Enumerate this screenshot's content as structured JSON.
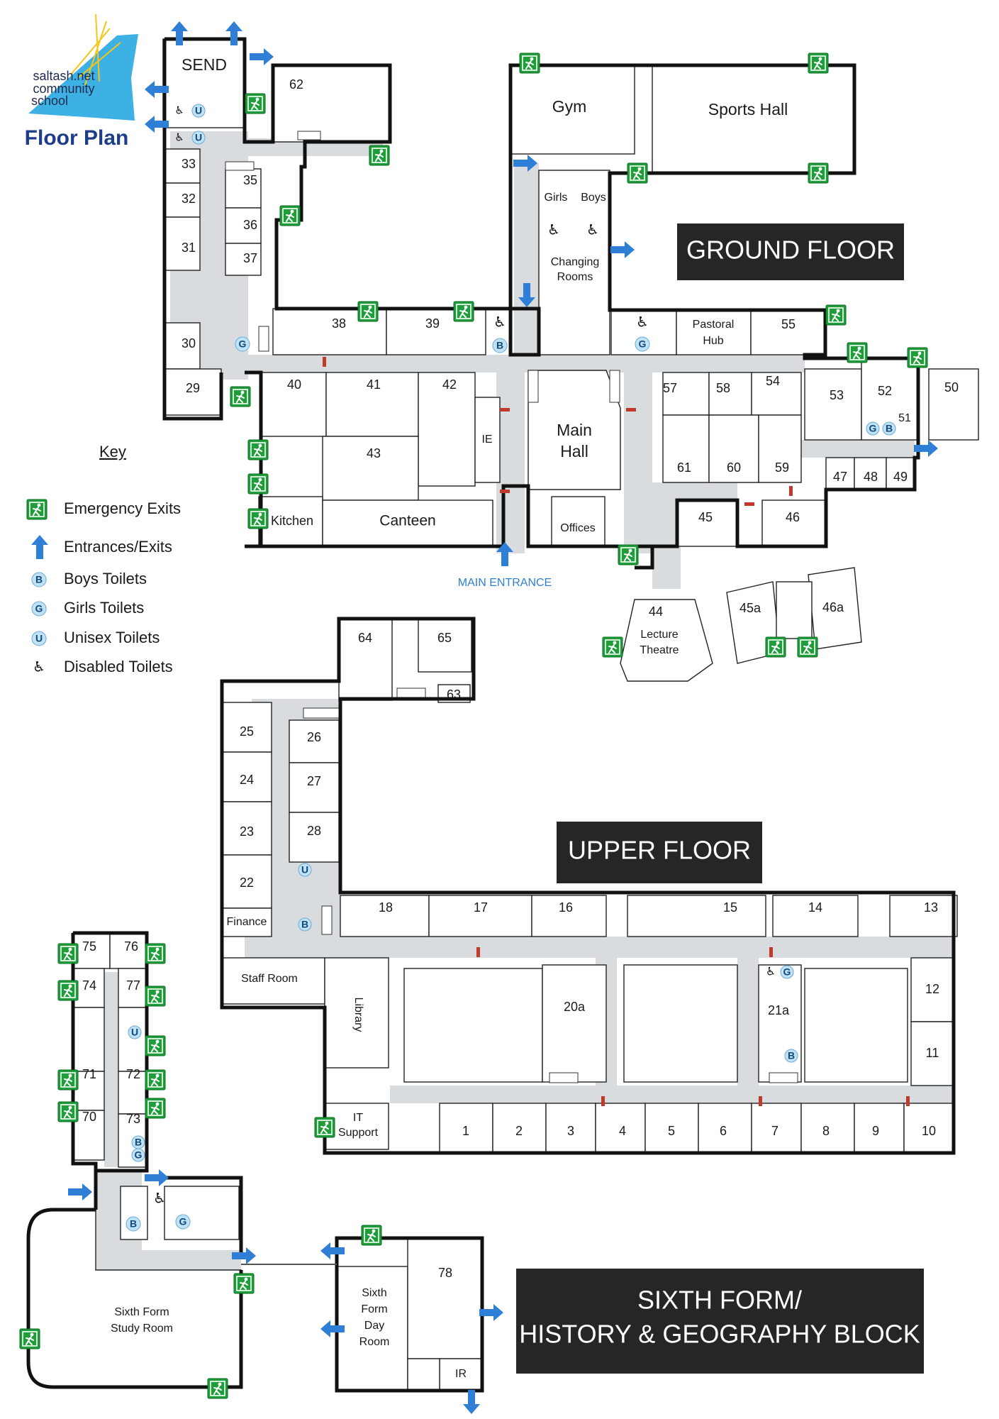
{
  "logo": {
    "line1": "saltash.net",
    "line2": "community",
    "line3": "school"
  },
  "title": "Floor Plan",
  "banners": {
    "ground": "GROUND FLOOR",
    "upper": "UPPER FLOOR",
    "sixth_line1": "SIXTH FORM/",
    "sixth_line2": "HISTORY & GEOGRAPHY BLOCK"
  },
  "main_entrance": "MAIN ENTRANCE",
  "key": {
    "heading": "Key",
    "items": [
      {
        "symbol": "emergency-exit",
        "label": "Emergency Exits"
      },
      {
        "symbol": "arrow",
        "label": "Entrances/Exits"
      },
      {
        "symbol": "B",
        "label": "Boys Toilets"
      },
      {
        "symbol": "G",
        "label": "Girls Toilets"
      },
      {
        "symbol": "U",
        "label": "Unisex Toilets"
      },
      {
        "symbol": "disabled",
        "label": "Disabled Toilets"
      }
    ]
  },
  "ground_rooms": {
    "send": "SEND",
    "r62": "62",
    "r33": "33",
    "r32": "32",
    "r31": "31",
    "r30": "30",
    "r29": "29",
    "r35": "35",
    "r36": "36",
    "r37": "37",
    "r38": "38",
    "r39": "39",
    "gym": "Gym",
    "sports_hall": "Sports Hall",
    "girls": "Girls",
    "boys": "Boys",
    "changing1": "Changing",
    "changing2": "Rooms",
    "pastoral1": "Pastoral",
    "pastoral2": "Hub",
    "r55": "55",
    "r40": "40",
    "r41": "41",
    "r42": "42",
    "r43": "43",
    "ie": "IE",
    "main_hall1": "Main",
    "main_hall2": "Hall",
    "r57": "57",
    "r58": "58",
    "r54": "54",
    "r53": "53",
    "r52": "52",
    "r51": "51",
    "r50": "50",
    "r61": "61",
    "r60": "60",
    "r59": "59",
    "r47": "47",
    "r48": "48",
    "r49": "49",
    "kitchen": "Kitchen",
    "canteen": "Canteen",
    "offices": "Offices",
    "r45": "45",
    "r46": "46",
    "r44": "44",
    "lecture1": "Lecture",
    "lecture2": "Theatre",
    "r45a": "45a",
    "r46a": "46a"
  },
  "upper_rooms": {
    "r64": "64",
    "r65": "65",
    "r63": "63",
    "r25": "25",
    "r24": "24",
    "r23": "23",
    "r22": "22",
    "r26": "26",
    "r27": "27",
    "r28": "28",
    "finance": "Finance",
    "staff_room": "Staff Room",
    "library": "Library",
    "it1": "IT",
    "it2": "Support",
    "r18": "18",
    "r17": "17",
    "r16": "16",
    "r15": "15",
    "r14": "14",
    "r13": "13",
    "r20a": "20a",
    "r21a": "21a",
    "r12": "12",
    "r11": "11",
    "r1": "1",
    "r2": "2",
    "r3": "3",
    "r4": "4",
    "r5": "5",
    "r6": "6",
    "r7": "7",
    "r8": "8",
    "r9": "9",
    "r10": "10"
  },
  "sixth_rooms": {
    "r75": "75",
    "r76": "76",
    "r74": "74",
    "r77": "77",
    "r71": "71",
    "r72": "72",
    "r70": "70",
    "r73": "73",
    "study1": "Sixth Form",
    "study2": "Study Room",
    "day1": "Sixth",
    "day2": "Form",
    "day3": "Day",
    "day4": "Room",
    "r78": "78",
    "ir": "IR"
  },
  "toilet_letters": {
    "b": "B",
    "g": "G",
    "u": "U"
  },
  "colors": {
    "exit_green": "#1f9d3a",
    "arrow_blue": "#2f7fd6",
    "corridor": "#d9dcdf",
    "banner": "#262626"
  }
}
